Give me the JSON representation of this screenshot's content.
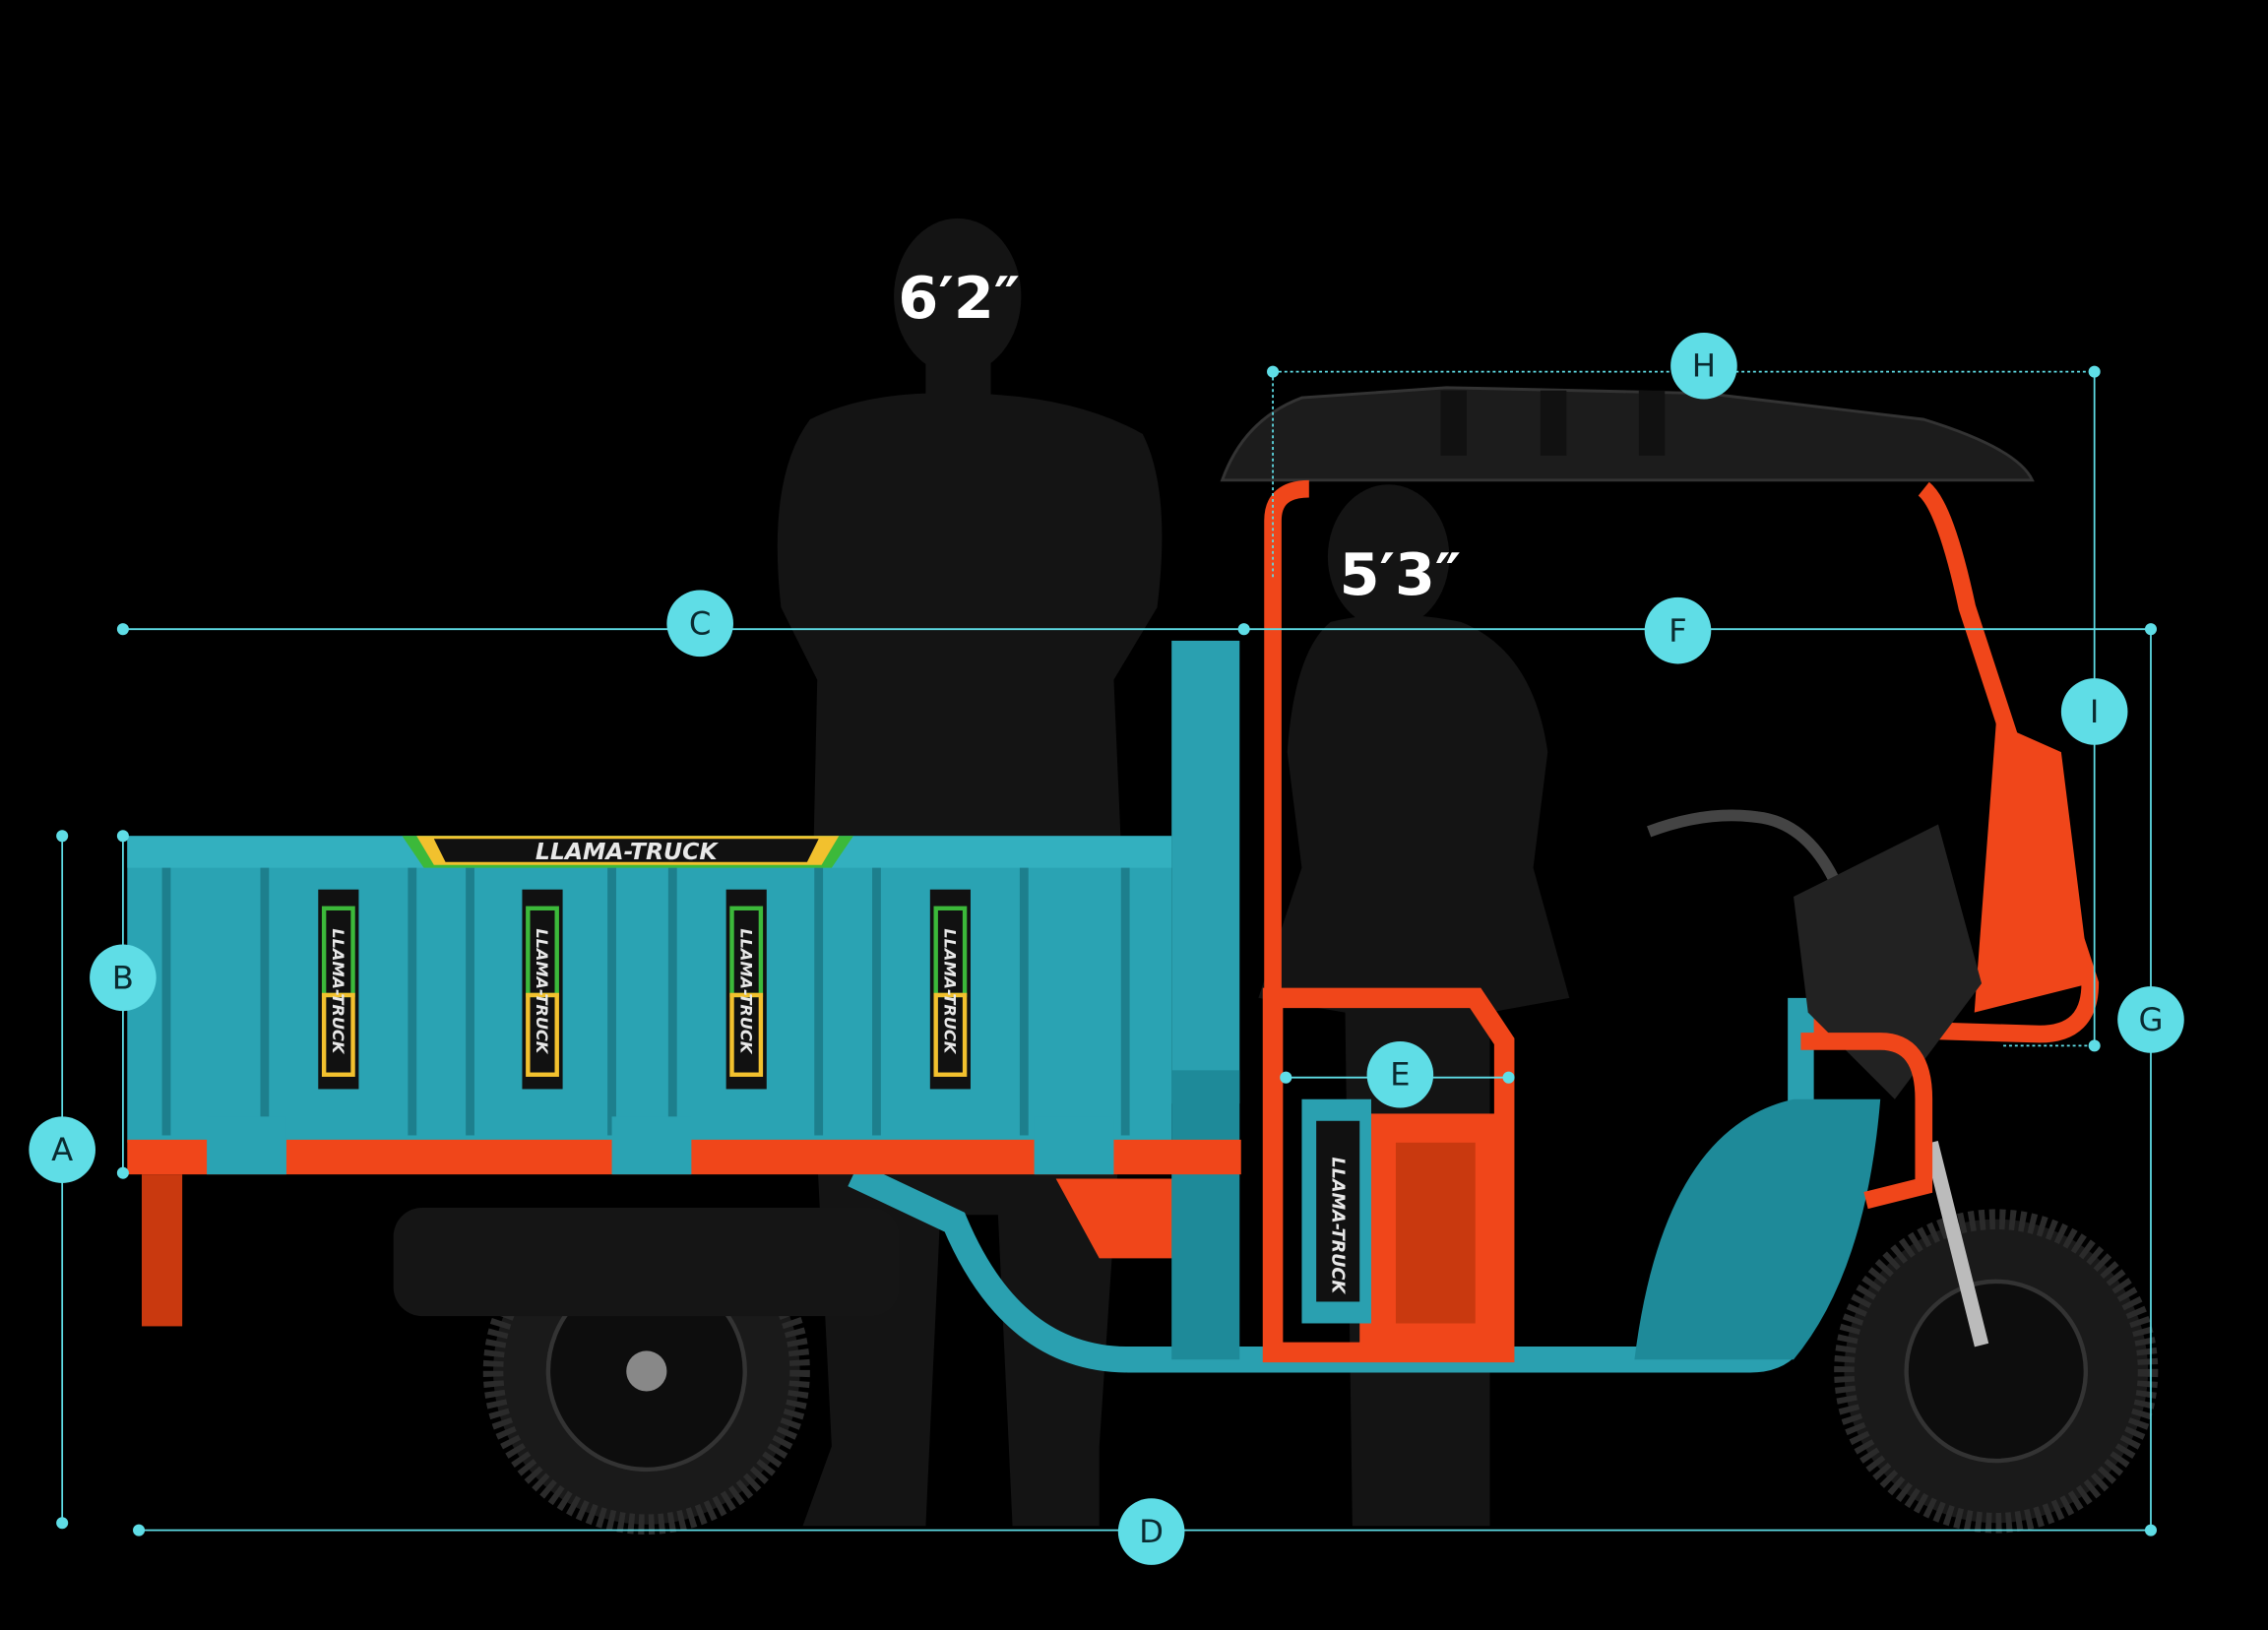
{
  "figure": {
    "heights": {
      "tall_person": "6′2″",
      "short_person": "5′3″"
    },
    "brand": "LLAMA-TRUCK",
    "dimension_labels": {
      "A": "A",
      "B": "B",
      "C": "C",
      "D": "D",
      "E": "E",
      "F": "F",
      "G": "G",
      "H": "H",
      "I": "I"
    },
    "colors": {
      "dimension": "#5fdde6",
      "body_teal": "#2aa0b0",
      "frame_orange": "#f0461a",
      "silhouette": "#141414"
    }
  }
}
